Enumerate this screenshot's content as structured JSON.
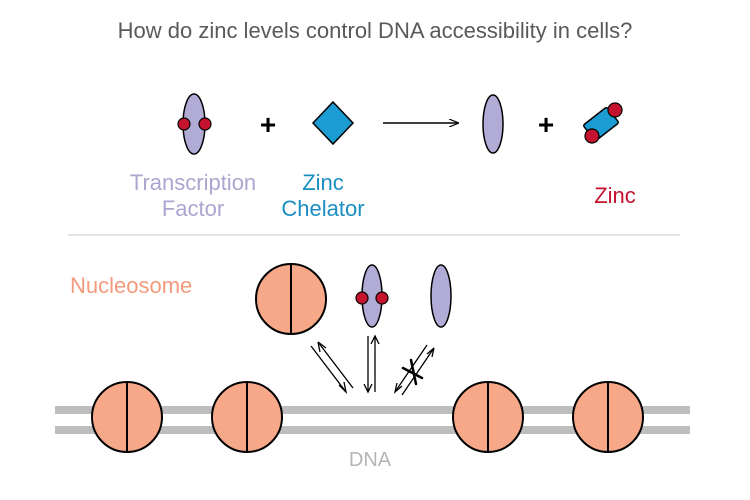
{
  "title": "How do zinc levels control DNA accessibility in cells?",
  "labels": {
    "transcription_factor_line1": "Transcription",
    "transcription_factor_line2": "Factor",
    "zinc_chelator_line1": "Zinc",
    "zinc_chelator_line2": "Chelator",
    "zinc": "Zinc",
    "nucleosome": "Nucleosome",
    "dna": "DNA"
  },
  "operators": {
    "plus": "+"
  },
  "colors": {
    "transcription_factor": "#B0ACD6",
    "zinc": "#C4122F",
    "chelator": "#1B8EC0",
    "nucleosome": "#F7A888",
    "dna": "#B5B5B5",
    "text": "#595959"
  }
}
